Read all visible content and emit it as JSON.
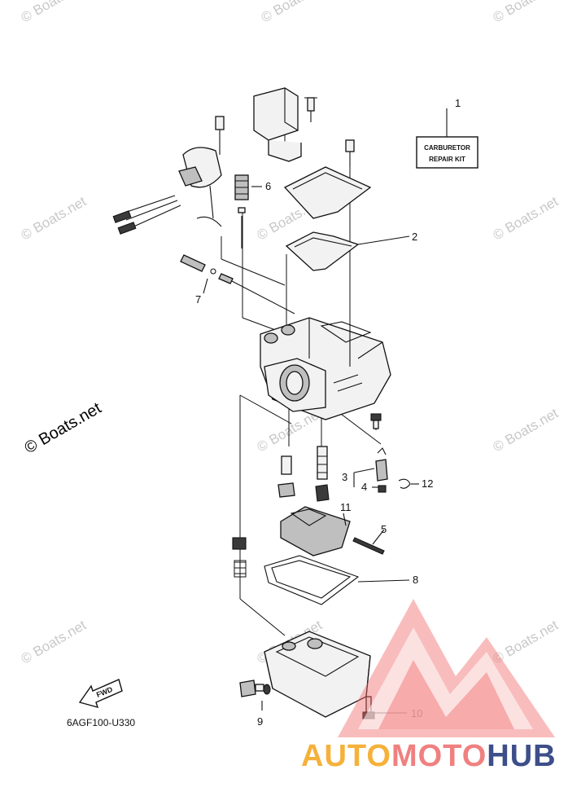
{
  "watermark": {
    "small_text": "© Boats.net",
    "large_text": "© Boats.net"
  },
  "diagram": {
    "code": "6AGF100-U330",
    "kit_label_line1": "CARBURETOR",
    "kit_label_line2": "REPAIR KIT",
    "fwd_label": "FWD",
    "callouts": [
      "1",
      "2",
      "3",
      "4",
      "5",
      "6",
      "7",
      "8",
      "9",
      "10",
      "11",
      "12"
    ]
  },
  "logo": {
    "part1": "AUTO",
    "part2": "MOTO",
    "part3": "HUB",
    "colors": {
      "auto": "#f5b13a",
      "moto": "#f08080",
      "hub": "#3d4e8a",
      "triangle": "#f26b6b"
    }
  }
}
